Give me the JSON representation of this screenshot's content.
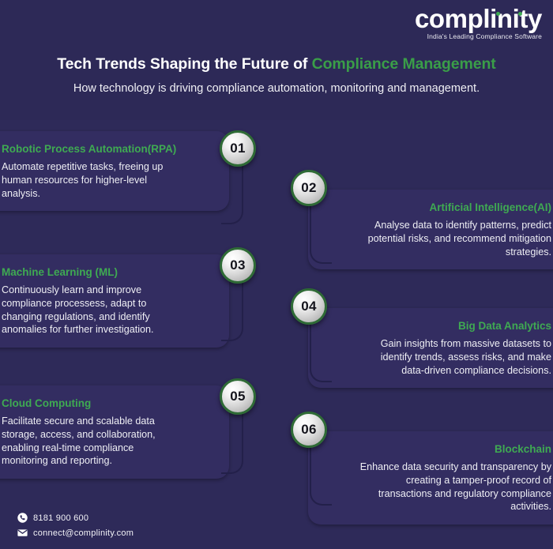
{
  "brand": {
    "logo_text": "complinity",
    "tagline": "India's Leading Compliance Software",
    "accent_green": "#3faa52",
    "title_green": "#3a9e48",
    "background": "#2e2a59",
    "card_background": "#332d61"
  },
  "header": {
    "title_plain": "Tech Trends Shaping the Future of ",
    "title_accent": "Compliance Management",
    "subtitle": "How technology is driving compliance automation, monitoring and management."
  },
  "items": [
    {
      "number": "01",
      "side": "left",
      "title": "Robotic Process Automation(RPA)",
      "body": "Automate repetitive tasks, freeing up human resources for higher-level analysis."
    },
    {
      "number": "02",
      "side": "right",
      "title": "Artificial Intelligence(AI)",
      "body": "Analyse data to identify patterns, predict potential risks, and recommend mitigation strategies."
    },
    {
      "number": "03",
      "side": "left",
      "title": "Machine Learning (ML)",
      "body": "Continuously learn and improve compliance processess, adapt to changing regulations, and identify anomalies for further investigation."
    },
    {
      "number": "04",
      "side": "right",
      "title": "Big Data Analytics",
      "body": "Gain insights from massive datasets to identify trends, assess risks, and make data-driven compliance decisions."
    },
    {
      "number": "05",
      "side": "left",
      "title": "Cloud Computing",
      "body": "Facilitate secure and scalable data storage, access, and collaboration, enabling real-time compliance monitoring and reporting."
    },
    {
      "number": "06",
      "side": "right",
      "title": "Blockchain",
      "body": "Enhance data security and transparency by creating a tamper-proof record of transactions and regulatory compliance activities."
    }
  ],
  "footer": {
    "phone": "8181 900 600",
    "phone_icon": "phone-icon",
    "email": "connect@complinity.com",
    "email_icon": "envelope-icon"
  }
}
